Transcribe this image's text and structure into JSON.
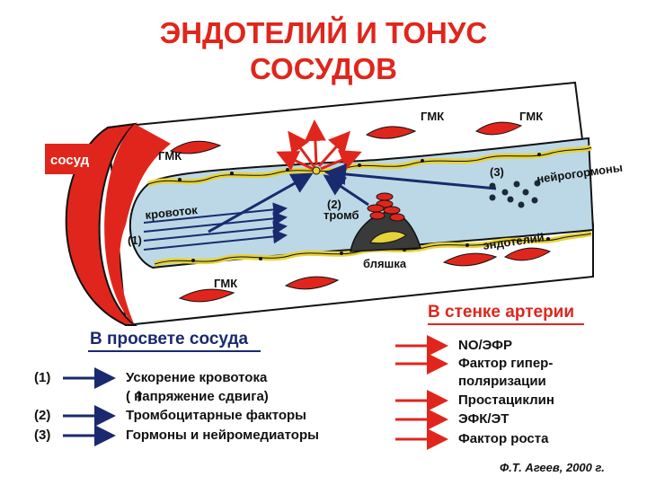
{
  "title": {
    "line1": "ЭНДОТЕЛИЙ И ТОНУС",
    "line2": "СОСУДОВ"
  },
  "labels": {
    "vessel": "сосуд",
    "smc_top_left": "ГМК",
    "smc_top_mid": "ГМК",
    "smc_top_right": "ГМК",
    "smc_bottom": "ГМК",
    "blood_flow": "кровоток",
    "marker_1": "(1)",
    "marker_2": "(2)",
    "thrombus": "тромб",
    "marker_3": "(3)",
    "neurohormones": "нейрогормоны",
    "plaque": "бляшка",
    "endothelium": "эндотелий"
  },
  "lumen_legend": {
    "heading": "В просвете сосуда",
    "items": [
      {
        "marker": "(1)",
        "text": "Ускорение кровотока"
      },
      {
        "marker": "",
        "text": "( напряжение сдвига)"
      },
      {
        "marker": "(2)",
        "text": "Тромбоцитарные факторы"
      },
      {
        "marker": "(3)",
        "text": "Гормоны и нейромедиаторы"
      }
    ]
  },
  "wall_legend": {
    "heading": "В стенке артерии",
    "items": [
      {
        "text": "NO/ЭФР"
      },
      {
        "text": "Фактор гипер-"
      },
      {
        "text": "поляризации"
      },
      {
        "text": "Простациклин"
      },
      {
        "text": "ЭФК/ЭТ"
      },
      {
        "text": "Фактор роста"
      }
    ]
  },
  "credit": "Ф.Т. Агеев, 2000 г.",
  "colors": {
    "red": "#e0261c",
    "navy": "#1a2a6e",
    "lumen": "#bcd8e6",
    "endothelium": "#e6d23a",
    "plaque": "#3a3a3a"
  }
}
